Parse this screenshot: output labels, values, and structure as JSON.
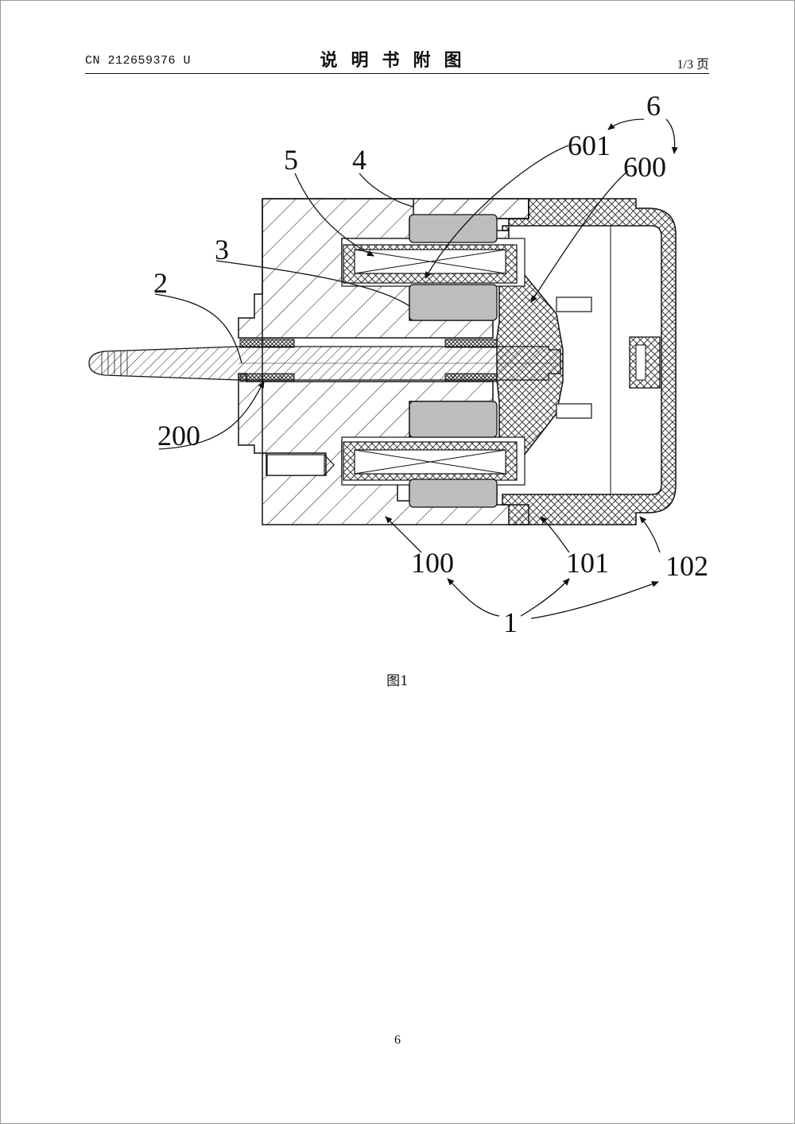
{
  "header": {
    "doc_number": "CN 212659376 U",
    "title": "说明书附图",
    "page_of": "1/3 页"
  },
  "figure": {
    "caption": "图1",
    "callouts": {
      "c6": "6",
      "c601": "601",
      "c600": "600",
      "c5": "5",
      "c4": "4",
      "c3": "3",
      "c2": "2",
      "c200": "200",
      "c100": "100",
      "c101": "101",
      "c102": "102",
      "c1": "1"
    }
  },
  "footer": {
    "page_number": "6"
  }
}
